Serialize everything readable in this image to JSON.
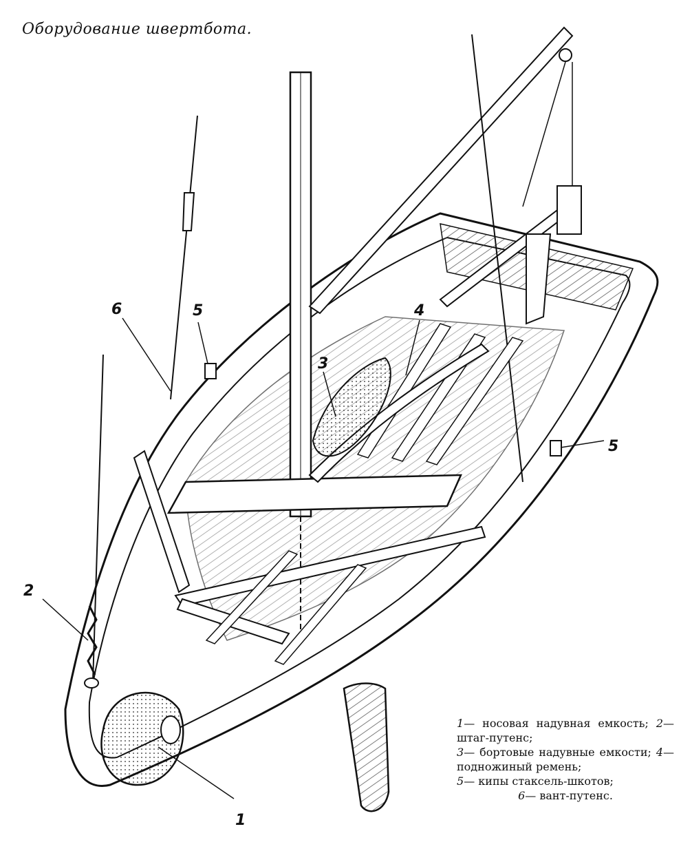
{
  "title": "Оборудование швертбота.",
  "callouts": {
    "c1": "1",
    "c2": "2",
    "c3": "3",
    "c4": "4",
    "c5a": "5",
    "c5b": "5",
    "c6": "6"
  },
  "legend": {
    "items": [
      {
        "num": "1",
        "text": "— носовая надувная емкость;"
      },
      {
        "num": "2",
        "text": "— штаг-путенс;"
      },
      {
        "num": "3",
        "text": "— бортовые надувные емкости;"
      },
      {
        "num": "4",
        "text": "— подножиный ремень;"
      },
      {
        "num": "5",
        "text": "— кипы стаксель-шкотов;"
      },
      {
        "num": "6",
        "text": "— вант-путенс."
      }
    ]
  }
}
